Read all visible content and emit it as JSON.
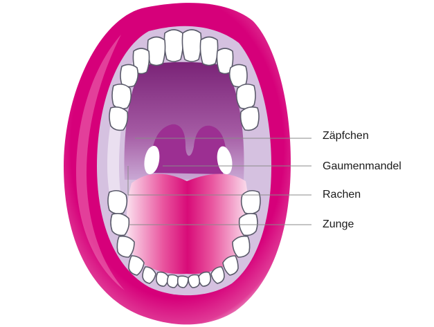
{
  "labels": {
    "uvula": "Zäpfchen",
    "tonsil": "Gaumenmandel",
    "pharynx": "Rachen",
    "tongue": "Zunge"
  },
  "colors": {
    "lips": "#d6007a",
    "gum": "#c9b3d8",
    "tongue": "#e0177f",
    "throat": "#8a2a83",
    "leader": "#8a8a8a"
  }
}
